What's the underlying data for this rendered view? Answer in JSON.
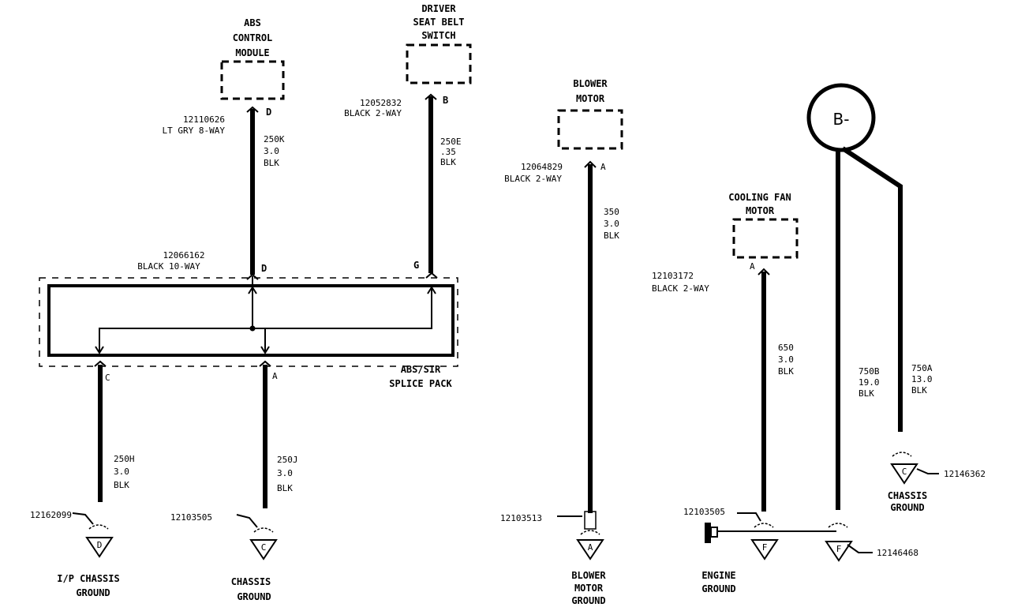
{
  "components": {
    "abs_module": {
      "l1": "ABS",
      "l2": "CONTROL",
      "l3": "MODULE",
      "pin": "D",
      "part": "12110626",
      "connector": "LT GRY  8-WAY"
    },
    "seat_belt_switch": {
      "l1": "DRIVER",
      "l2": "SEAT BELT",
      "l3": "SWITCH",
      "pin": "B",
      "part": "12052832",
      "connector": "BLACK 2-WAY"
    },
    "blower_motor": {
      "l1": "BLOWER",
      "l2": "MOTOR",
      "pin": "A",
      "part": "12064829",
      "connector": "BLACK 2-WAY"
    },
    "cooling_fan_motor": {
      "l1": "COOLING FAN",
      "l2": "MOTOR",
      "pin": "A",
      "part": "12103172",
      "connector": "BLACK 2-WAY"
    },
    "battery": {
      "label": "B-"
    }
  },
  "splice_pack": {
    "part": "12066162",
    "connector": "BLACK 10-WAY",
    "name_l1": "ABS/SIR",
    "name_l2": "SPLICE PACK",
    "pin_d": "D",
    "pin_g": "G",
    "pin_c": "C",
    "pin_a": "A"
  },
  "wires": {
    "w250k": {
      "circuit": "250K",
      "gauge": "3.0",
      "color": "BLK"
    },
    "w250e": {
      "circuit": "250E",
      "gauge": ".35",
      "color": "BLK"
    },
    "w350": {
      "circuit": "350",
      "gauge": "3.0",
      "color": "BLK"
    },
    "w650": {
      "circuit": "650",
      "gauge": "3.0",
      "color": "BLK"
    },
    "w750b": {
      "circuit": "750B",
      "gauge": "19.0",
      "color": "BLK"
    },
    "w750a": {
      "circuit": "750A",
      "gauge": "13.0",
      "color": "BLK"
    },
    "w250h": {
      "circuit": "250H",
      "gauge": "3.0",
      "color": "BLK"
    },
    "w250j": {
      "circuit": "250J",
      "gauge": "3.0",
      "color": "BLK"
    }
  },
  "grounds": {
    "ip_chassis": {
      "part": "12162099",
      "letter": "D",
      "l1": "I/P CHASSIS",
      "l2": "GROUND"
    },
    "chassis_1": {
      "part": "12103505",
      "letter": "C",
      "l1": "CHASSIS",
      "l2": "GROUND"
    },
    "blower": {
      "part": "12103513",
      "letter": "A",
      "l1": "BLOWER",
      "l2": "MOTOR",
      "l3": "GROUND"
    },
    "engine": {
      "part": "12103505",
      "letter": "F",
      "l1": "ENGINE",
      "l2": "GROUND"
    },
    "engine_2": {
      "part": "12146468",
      "letter": "F"
    },
    "chassis_2": {
      "part": "12146362",
      "letter": "C",
      "l1": "CHASSIS",
      "l2": "GROUND"
    }
  }
}
